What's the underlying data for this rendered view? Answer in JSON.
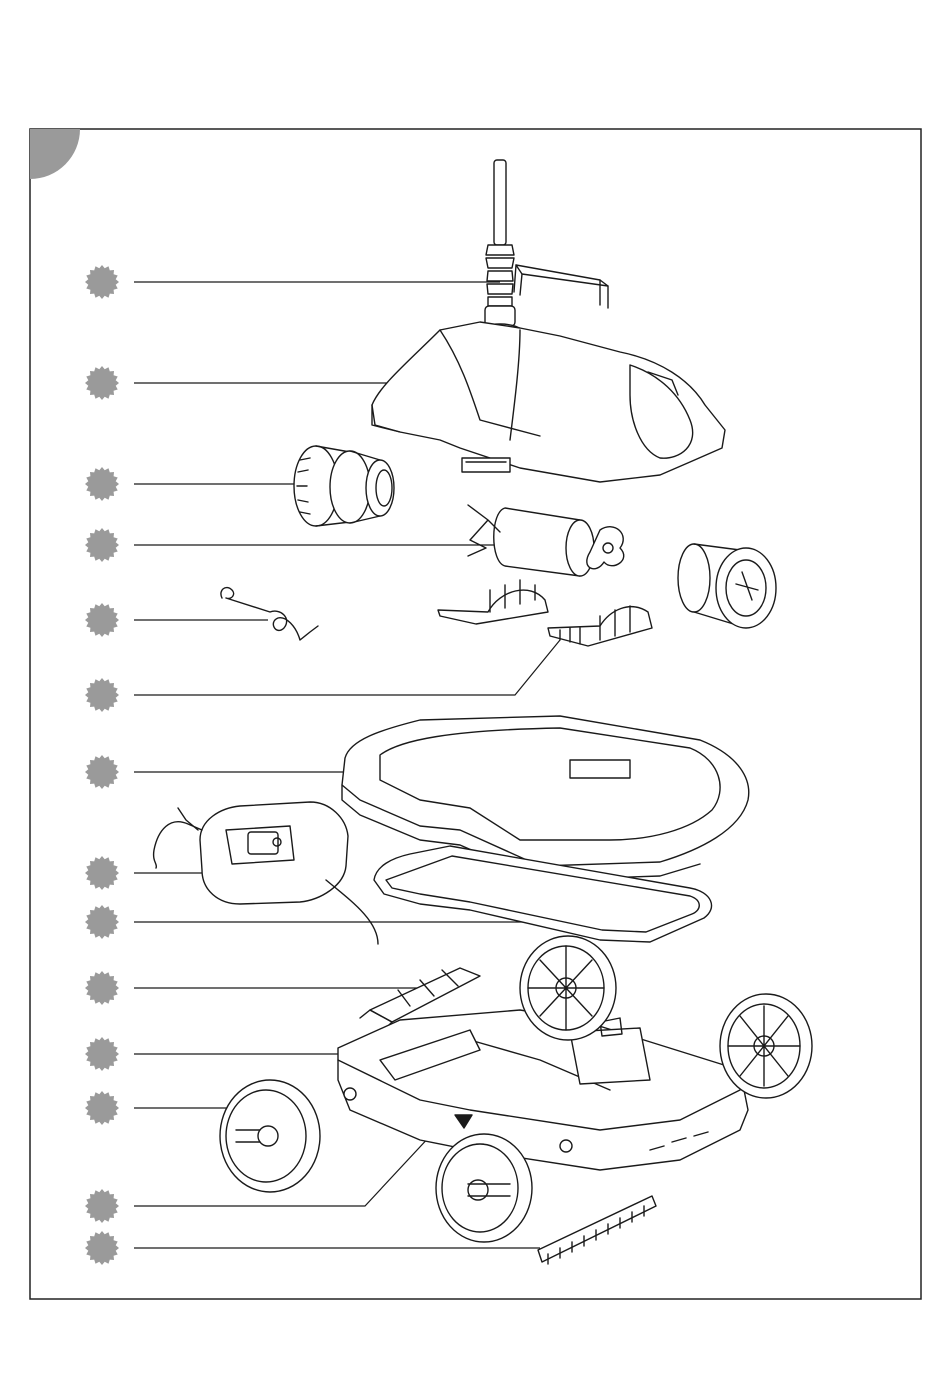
{
  "figure": {
    "marker_color": "#9a9a9a",
    "line_color": "#1a1a1a",
    "callouts": [
      {
        "part": "hose-connector-handle"
      },
      {
        "part": "top-cover"
      },
      {
        "part": "left-filter-cap"
      },
      {
        "part": "pump-motor"
      },
      {
        "part": "spring-clip"
      },
      {
        "part": "motor-holder"
      },
      {
        "part": "frame-seal"
      },
      {
        "part": "power-supply"
      },
      {
        "part": "gasket"
      },
      {
        "part": "filter"
      },
      {
        "part": "chassis"
      },
      {
        "part": "rear-wheel"
      },
      {
        "part": "front-wheel"
      },
      {
        "part": "brush"
      }
    ]
  }
}
